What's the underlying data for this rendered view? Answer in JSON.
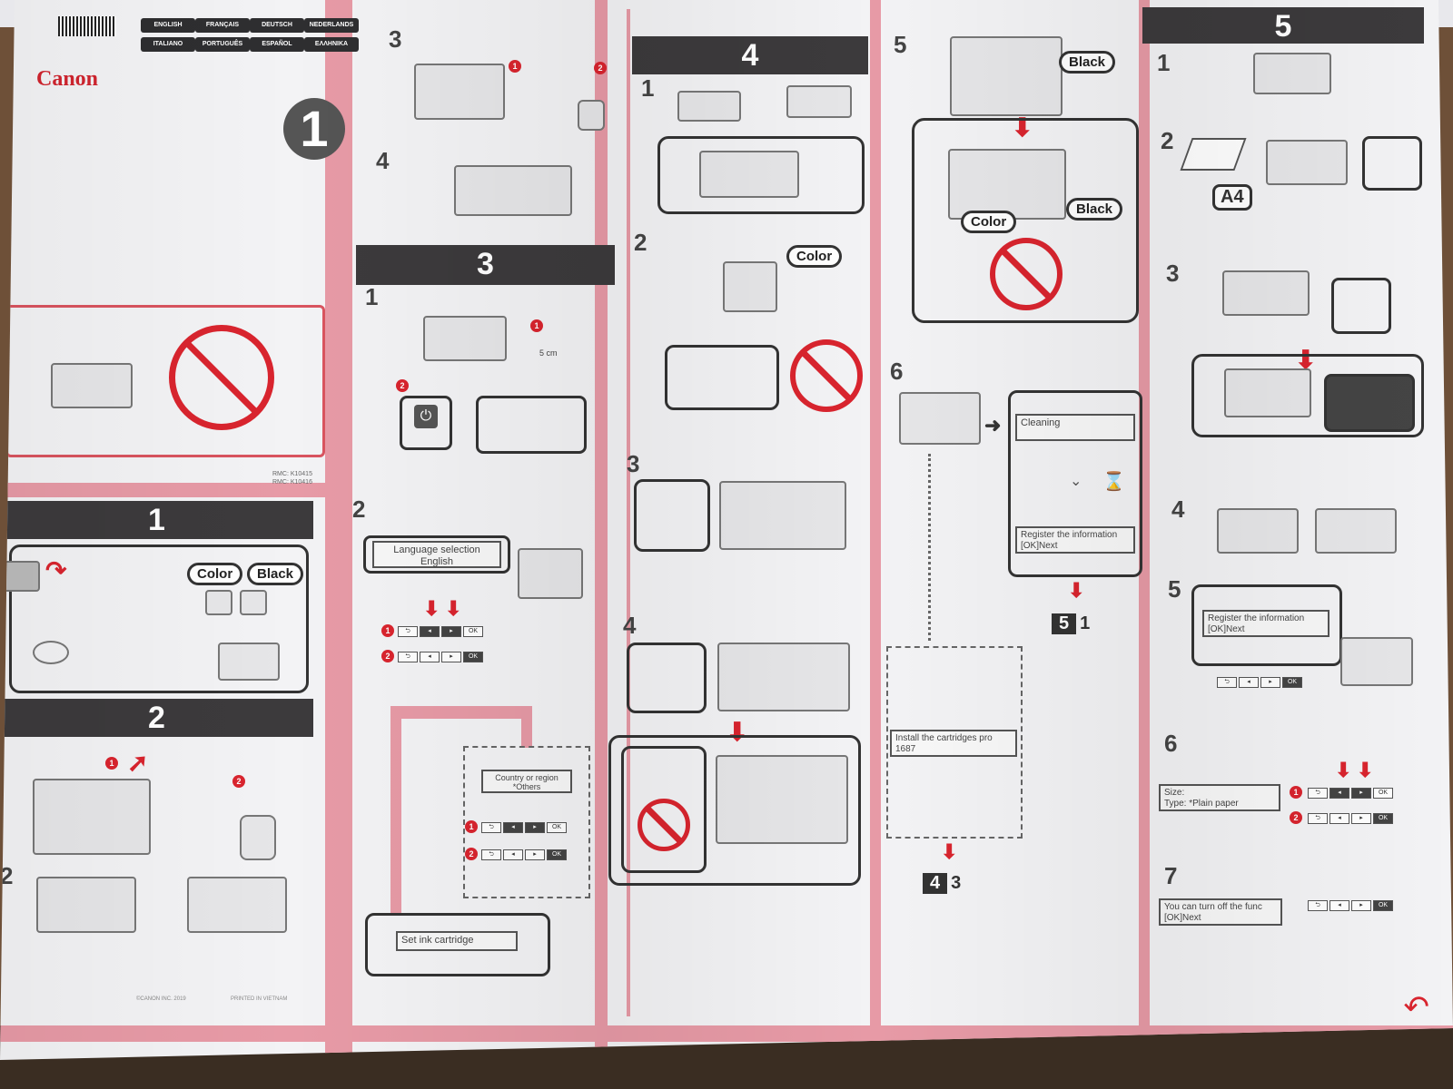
{
  "header": {
    "brand": "Canon",
    "languages": [
      "ENGLISH",
      "FRANÇAIS",
      "DEUTSCH",
      "NEDERLANDS",
      "ITALIANO",
      "PORTUGUÊS",
      "ESPAÑOL",
      "ΕΛΛΗΝΙΚΑ"
    ],
    "sheet_number": "1",
    "rmc": [
      "RMC: K10415",
      "RMC: K10416"
    ]
  },
  "sections": {
    "s1": "1",
    "s2": "2",
    "s3": "3",
    "s4": "4",
    "s5": "5"
  },
  "steps": {
    "one": "1",
    "two": "2",
    "three": "3",
    "four": "4",
    "five": "5",
    "six": "6",
    "seven": "7"
  },
  "tags": {
    "color": "Color",
    "black": "Black",
    "a4": "A4",
    "five_cm": "5 cm"
  },
  "screens": {
    "language_title": "Language selection",
    "language_value": "English",
    "country_title": "Country or region",
    "country_value": "*Others",
    "set_ink": "Set ink cartridge",
    "cleaning": "Cleaning",
    "register1": "Register the information",
    "register1_b": "[OK]Next",
    "install": "Install the cartridges pro",
    "install_b": "1687",
    "register2": "Register the information",
    "register2_b": "[OK]Next",
    "size": "Size:",
    "type": "Type:",
    "type_value": "*Plain paper",
    "turnoff": "You can turn off the func",
    "turnoff_b": "[OK]Next"
  },
  "refs": {
    "to_5_1": {
      "box": "5",
      "step": "1"
    },
    "to_4_3": {
      "box": "4",
      "step": "3"
    }
  },
  "controls": {
    "back": "⮌",
    "left": "◂",
    "right": "▸",
    "ok": "OK"
  },
  "footer": {
    "copyright": "©CANON INC. 2019",
    "printed": "PRINTED IN VIETNAM"
  },
  "colors": {
    "accent_pink": "#e79aa6",
    "prohibit_red": "#d9242e",
    "bar_dark": "#3c3a3c"
  }
}
